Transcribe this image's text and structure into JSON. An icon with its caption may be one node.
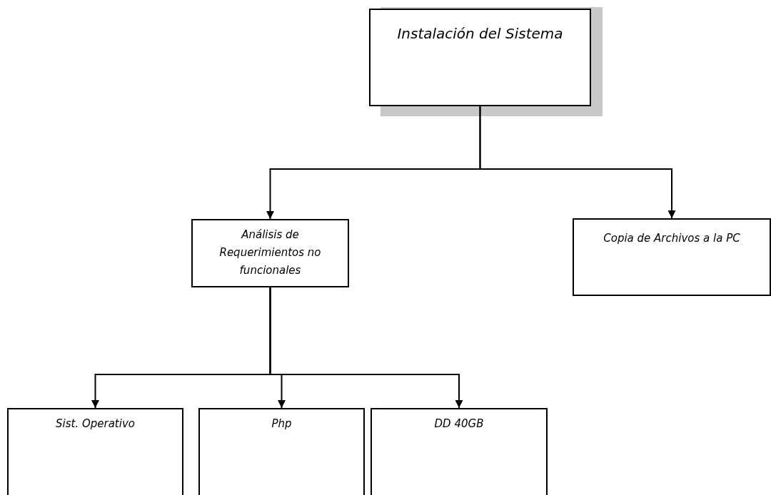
{
  "diagram": {
    "nodes": [
      {
        "text": [
          "Instalación del Sistema"
        ]
      },
      {
        "text": [
          "Análisis de Requerimientos no funcionales"
        ]
      },
      {
        "text": [
          "Copia de Archivos a la PC"
        ]
      },
      {
        "text": [
          "Sist. Operativo"
        ]
      },
      {
        "text": [
          "Php"
        ]
      },
      {
        "text": [
          "DD 40GB"
        ]
      }
    ],
    "edges": [
      {
        "from": 0,
        "to": 1,
        "arrow": "to"
      },
      {
        "from": 0,
        "to": 2,
        "arrow": "to"
      },
      {
        "from": 1,
        "to": 3,
        "arrow": "to"
      },
      {
        "from": 1,
        "to": 4,
        "arrow": "to"
      },
      {
        "from": 1,
        "to": 5,
        "arrow": "to"
      }
    ]
  }
}
